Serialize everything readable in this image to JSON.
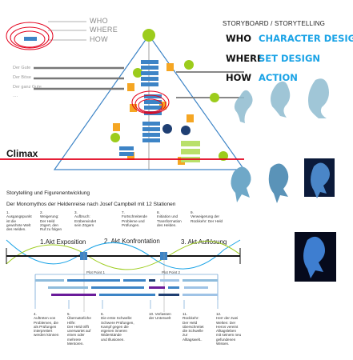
{
  "top_labels": {
    "who": "WHO",
    "where": "WHERE",
    "how": "HOW"
  },
  "left_list": [
    "Der Gute",
    "Der Böse",
    "Der ganz Gute",
    "...."
  ],
  "climax": "Climax",
  "storyboard": {
    "title": "STORYBOARD / STORYTELLING",
    "rows": [
      {
        "label": "WHO",
        "value": "CHARACTER DESIGN"
      },
      {
        "label": "WHERE",
        "value": "SET DESIGN"
      },
      {
        "label": "HOW",
        "value": "ACTION"
      }
    ]
  },
  "section_title": "Storytelling und Figurenentwicklung",
  "subtitle": "Der Monomythos der Heldenreise nach Josef Campbell mit 12 Stationen",
  "stations_top": [
    "1.\nAusgangspunkt\nist die\ngewohnte Welt\ndes Helden.",
    "2.\nWeigerung:\nDer Held\nzögert, den\nRuf zu folgen",
    "3.\nAufbruch:\nErüberwindet\nsein Zögern",
    "7.\nFortschreitende\nProbleme und\nPrüfungen.",
    "8.\nInitiation und\nTransformation\ndes Helden.",
    "9.\nVerweigerung der\nRückkehr: Der Held"
  ],
  "acts": [
    "1.Akt Exposition",
    "2. Akt Konfrontation",
    "3. Akt Auflösung"
  ],
  "plot_points": [
    "Plot Point 1",
    "Plot Point 2"
  ],
  "stations_bottom": [
    "4.\nAuftreten von\nProblemen, die\nals Prüfungen\ninterpretiert\nwerden können",
    "5.\nÜbernatürliche\nHilfe:\nDer Held trifft\nunerwartet auf\neinen oder\nmehrere\nMentoren.",
    "6.\nDie erste Schwelle:\nSchwere Prüfungen,\nKampf gegen die\neigenen inneren\nWiderstände\nund Illusionen.",
    "10. Verlassen\nder Unterwelt",
    "11.\nRückkehr:\nDer Held\nüberschreitet\ndie Schwelle\nzur\nAlltagswelt..",
    "12.\nHerr der zwei\nWelten: Der\nHeros vereint\nAlltagsleben\nmit seinem neu\ngefundenen\nWissen."
  ],
  "colors": {
    "accent": "#1aa3e6",
    "climax_red": "#e3001b",
    "orange": "#f5a623",
    "blue": "#3d84c6",
    "green": "#9ccc1c",
    "navy": "#1f3f73",
    "purple": "#6a1b9a"
  },
  "icons": [
    "character-creature-image"
  ]
}
